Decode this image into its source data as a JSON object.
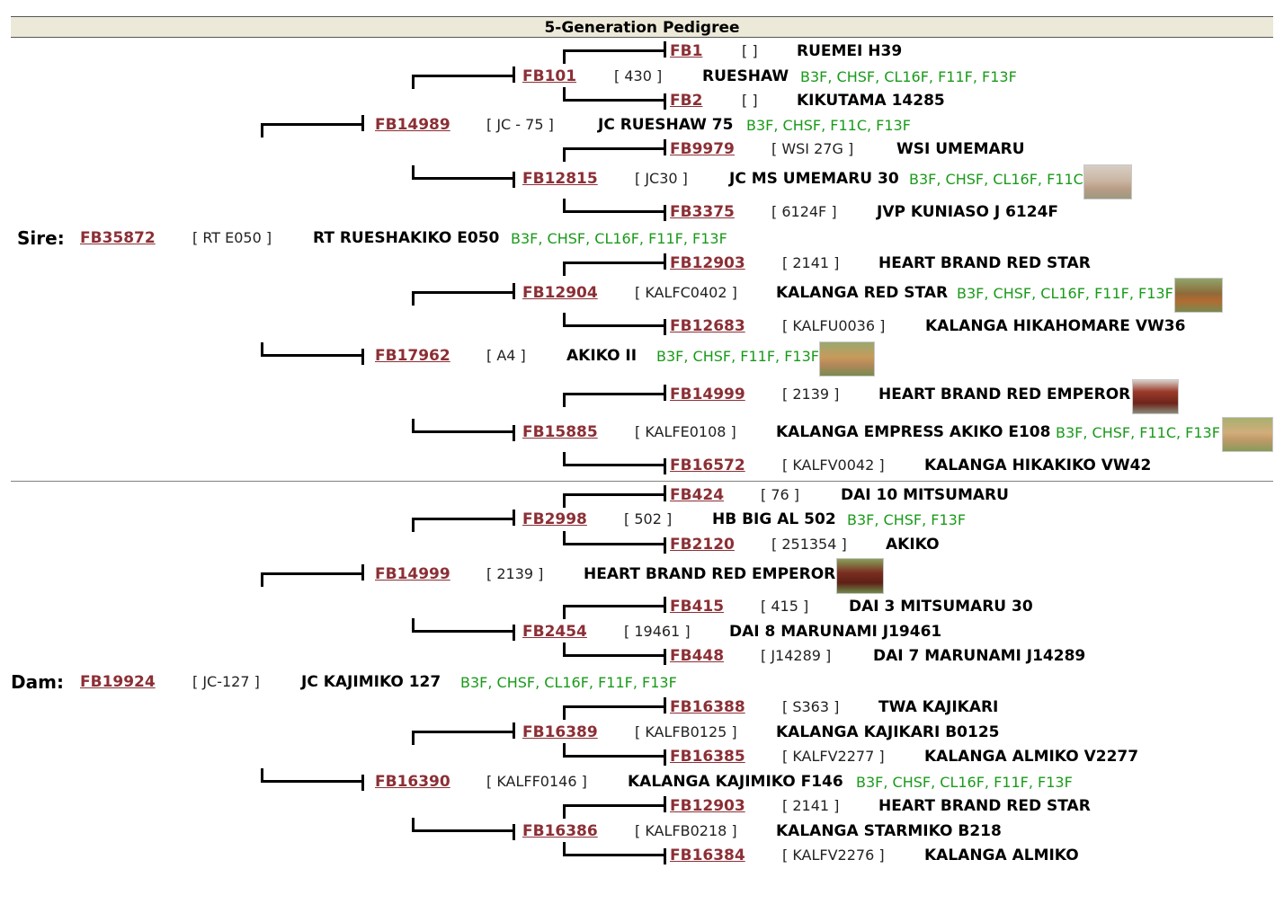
{
  "title": "5-Generation Pedigree",
  "sire_label": "Sire:",
  "dam_label": "Dam:",
  "animals": {
    "sire": {
      "id": "FB35872",
      "reg": "[ RT E050 ]",
      "name": "RT RUESHAKIKO E050",
      "traits": "B3F, CHSF, CL16F, F11F, F13F"
    },
    "s_s": {
      "id": "FB14989",
      "reg": "[ JC - 75 ]",
      "name": "JC RUESHAW 75",
      "traits": "B3F, CHSF, F11C, F13F"
    },
    "s_s_s": {
      "id": "FB101",
      "reg": "[ 430 ]",
      "name": "RUESHAW",
      "traits": "B3F, CHSF, CL16F, F11F, F13F"
    },
    "s_s_s_s": {
      "id": "FB1",
      "reg": "[ ]",
      "name": "RUEMEI H39"
    },
    "s_s_s_d": {
      "id": "FB2",
      "reg": "[ ]",
      "name": "KIKUTAMA 14285"
    },
    "s_s_d": {
      "id": "FB12815",
      "reg": "[ JC30 ]",
      "name": "JC MS UMEMARU 30",
      "traits": "B3F, CHSF, CL16F, F11C"
    },
    "s_s_d_s": {
      "id": "FB9979",
      "reg": "[ WSI 27G ]",
      "name": "WSI UMEMARU"
    },
    "s_s_d_d": {
      "id": "FB3375",
      "reg": "[ 6124F ]",
      "name": "JVP KUNIASO J 6124F"
    },
    "s_d": {
      "id": "FB17962",
      "reg": "[ A4 ]",
      "name": "AKIKO II",
      "traits": "B3F, CHSF, F11F, F13F"
    },
    "s_d_s": {
      "id": "FB12904",
      "reg": "[ KALFC0402 ]",
      "name": "KALANGA RED STAR",
      "traits": "B3F, CHSF, CL16F, F11F, F13F"
    },
    "s_d_s_s": {
      "id": "FB12903",
      "reg": "[ 2141 ]",
      "name": "HEART BRAND RED STAR"
    },
    "s_d_s_d": {
      "id": "FB12683",
      "reg": "[ KALFU0036 ]",
      "name": "KALANGA HIKAHOMARE VW36"
    },
    "s_d_d": {
      "id": "FB15885",
      "reg": "[ KALFE0108 ]",
      "name": "KALANGA EMPRESS AKIKO E108",
      "traits": "B3F, CHSF, F11C, F13F"
    },
    "s_d_d_s": {
      "id": "FB14999",
      "reg": "[ 2139 ]",
      "name": "HEART BRAND RED EMPEROR"
    },
    "s_d_d_d": {
      "id": "FB16572",
      "reg": "[ KALFV0042 ]",
      "name": "KALANGA HIKAKIKO VW42"
    },
    "dam": {
      "id": "FB19924",
      "reg": "[ JC-127 ]",
      "name": "JC KAJIMIKO 127",
      "traits": "B3F, CHSF, CL16F, F11F, F13F"
    },
    "d_s": {
      "id": "FB14999",
      "reg": "[ 2139 ]",
      "name": "HEART BRAND RED EMPEROR"
    },
    "d_s_s": {
      "id": "FB2998",
      "reg": "[ 502 ]",
      "name": "HB BIG AL 502",
      "traits": "B3F, CHSF, F13F"
    },
    "d_s_s_s": {
      "id": "FB424",
      "reg": "[ 76 ]",
      "name": "DAI 10 MITSUMARU"
    },
    "d_s_s_d": {
      "id": "FB2120",
      "reg": "[ 251354 ]",
      "name": "AKIKO"
    },
    "d_s_d": {
      "id": "FB2454",
      "reg": "[ 19461 ]",
      "name": "DAI 8 MARUNAMI J19461"
    },
    "d_s_d_s": {
      "id": "FB415",
      "reg": "[ 415 ]",
      "name": "DAI 3 MITSUMARU 30"
    },
    "d_s_d_d": {
      "id": "FB448",
      "reg": "[ J14289 ]",
      "name": "DAI 7 MARUNAMI J14289"
    },
    "d_d": {
      "id": "FB16390",
      "reg": "[ KALFF0146 ]",
      "name": "KALANGA KAJIMIKO F146",
      "traits": "B3F, CHSF, CL16F, F11F, F13F"
    },
    "d_d_s": {
      "id": "FB16389",
      "reg": "[ KALFB0125 ]",
      "name": "KALANGA KAJIKARI B0125"
    },
    "d_d_s_s": {
      "id": "FB16388",
      "reg": "[ S363 ]",
      "name": "TWA KAJIKARI"
    },
    "d_d_s_d": {
      "id": "FB16385",
      "reg": "[ KALFV2277 ]",
      "name": "KALANGA ALMIKO V2277"
    },
    "d_d_d": {
      "id": "FB16386",
      "reg": "[ KALFB0218 ]",
      "name": "KALANGA STARMIKO B218"
    },
    "d_d_d_s": {
      "id": "FB12903",
      "reg": "[ 2141 ]",
      "name": "HEART BRAND RED STAR"
    },
    "d_d_d_d": {
      "id": "FB16384",
      "reg": "[ KALFV2276 ]",
      "name": "KALANGA ALMIKO"
    }
  }
}
